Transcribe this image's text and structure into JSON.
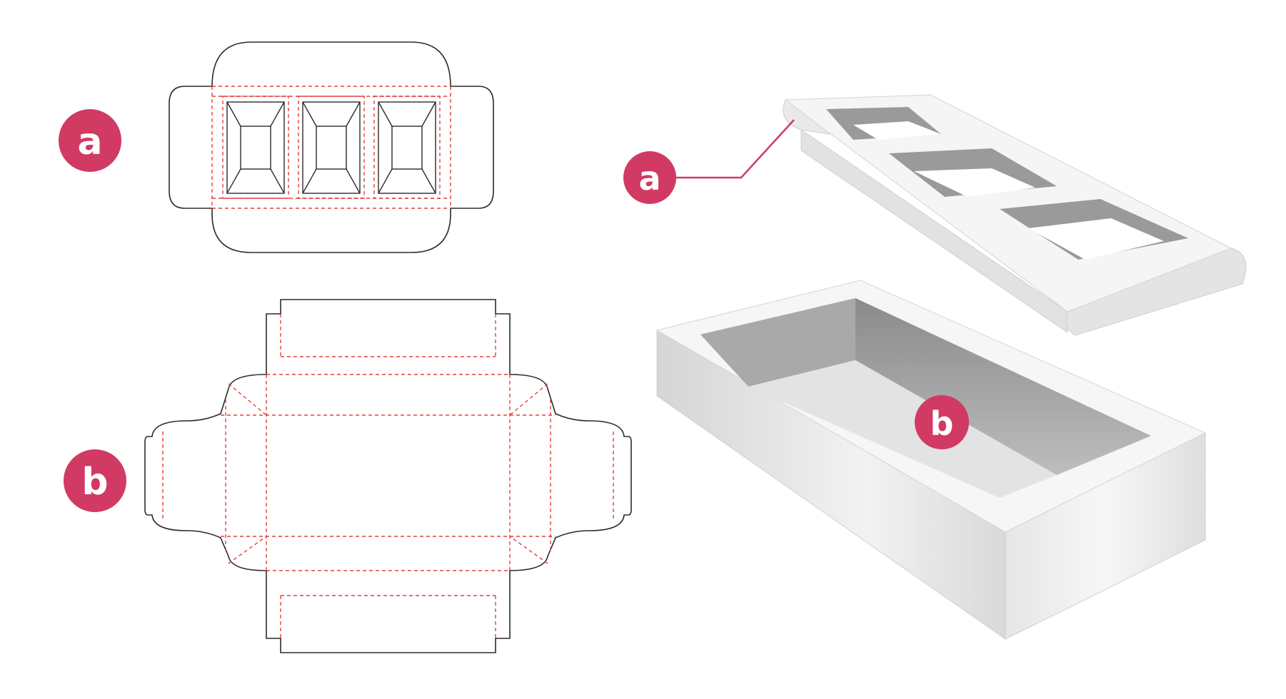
{
  "labels": {
    "a": "a",
    "b": "b"
  },
  "colors": {
    "badge": "#d13a63",
    "cut_line": "#2b2b2b",
    "fold_line": "#e0413f",
    "box_light": "#f4f4f4",
    "box_shade": "#cfcfcf",
    "box_dark": "#8f8f8f"
  },
  "callouts": [
    {
      "id": "a",
      "target": "dieline-a",
      "label": "a"
    },
    {
      "id": "a",
      "target": "lid-3d",
      "label": "a"
    },
    {
      "id": "b",
      "target": "dieline-b",
      "label": "b"
    },
    {
      "id": "b",
      "target": "tray-3d",
      "label": "b"
    }
  ]
}
